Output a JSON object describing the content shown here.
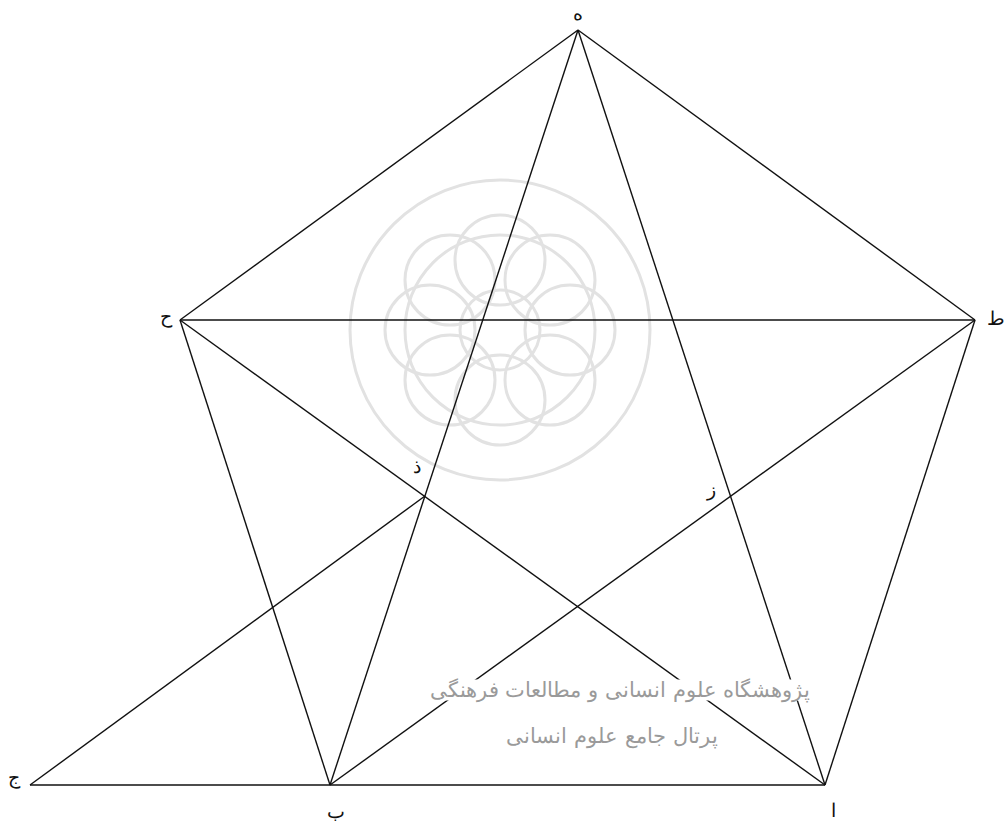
{
  "diagram": {
    "labels": [
      "ه",
      "ط",
      "ح",
      "ز",
      "ذ",
      "ا",
      "ب",
      "ج",
      "پژوهشگاه علوم انسانی و مطالعات فرهنگی",
      "پرتال جامع علوم انسانی"
    ]
  }
}
